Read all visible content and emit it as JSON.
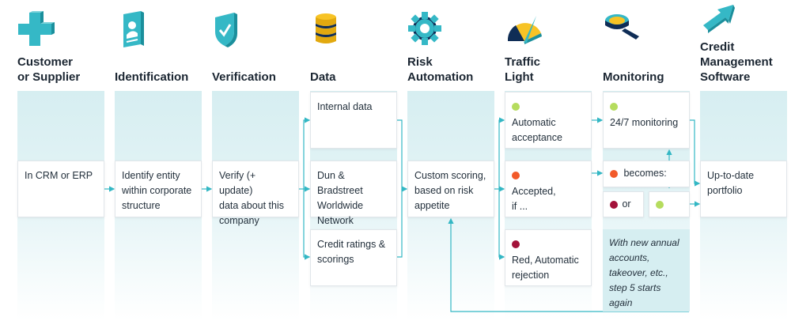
{
  "columns": [
    {
      "title": "Customer\nor Supplier",
      "icon": "plus-icon",
      "box": "In CRM or ERP"
    },
    {
      "title": "Identification",
      "icon": "id-card-icon",
      "box": "Identify entity\nwithin corporate\nstructure"
    },
    {
      "title": "Verification",
      "icon": "shield-check-icon",
      "box": "Verify (+ update)\ndata about this\ncompany"
    },
    {
      "title": "Data",
      "icon": "database-icon"
    },
    {
      "title": "Risk\nAutomation",
      "icon": "gear-icon",
      "box": "Custom scoring,\nbased on risk\nappetite"
    },
    {
      "title": "Traffic\nLight",
      "icon": "gauge-icon"
    },
    {
      "title": "Monitoring",
      "icon": "magnifier-icon"
    },
    {
      "title": "Credit\nManagement\nSoftware",
      "icon": "arrow-up-right-icon",
      "box": "Up-to-date\nportfolio"
    }
  ],
  "data_sources": [
    "Internal data",
    "Dun & Bradstreet\nWorldwide\nNetwork",
    "Credit ratings &\nscorings"
  ],
  "traffic": {
    "green": "Automatic\nacceptance",
    "orange": "Accepted,\nif ...",
    "red": "Red, Automatic\nrejection"
  },
  "monitoring": {
    "green": "24/7 monitoring",
    "orange": "becomes:",
    "or": "or",
    "note": "With new annual\naccounts,\ntakeover, etc.,\nstep 5 starts\nagain"
  },
  "colors": {
    "accent": "#33b7c4",
    "column_bg": "#d6eef1",
    "green": "#b5dc5e",
    "orange": "#f25a2a",
    "red": "#a3123a",
    "navy": "#0f2d56",
    "yellow": "#f7c325"
  }
}
